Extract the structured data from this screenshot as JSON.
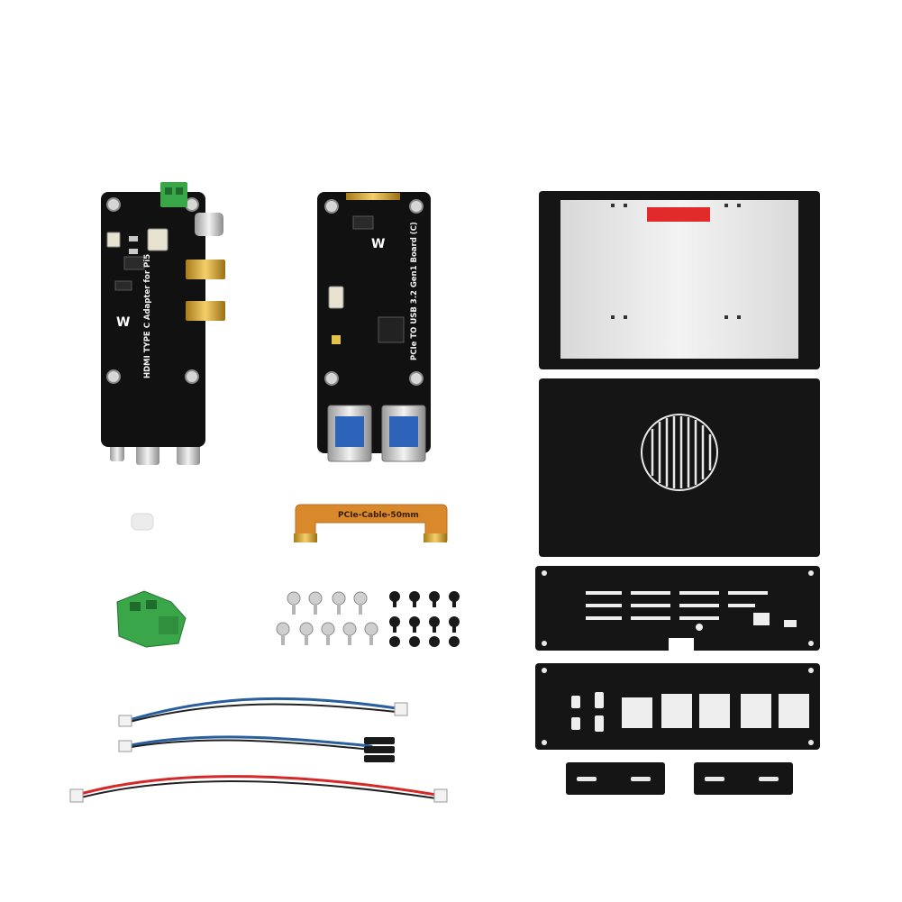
{
  "product": {
    "hdmi_board_label": "HDMI TYPE C Adapter for Pi5",
    "usb_board_label": "PCIe TO USB 3.2 Gen1 Board (C)",
    "cable_label": "PCIe-Cable-50mm"
  },
  "colors": {
    "background": "#ffffff",
    "pcb": "#111111",
    "case_black": "#151515",
    "case_panel": "#e6e6e6",
    "gold": "#c99b2e",
    "terminal_green": "#3aa64a",
    "fpc_orange": "#d9892b",
    "wire_blue": "#2a5f9e",
    "wire_red": "#d62828",
    "silver": "#c8c8c8"
  }
}
